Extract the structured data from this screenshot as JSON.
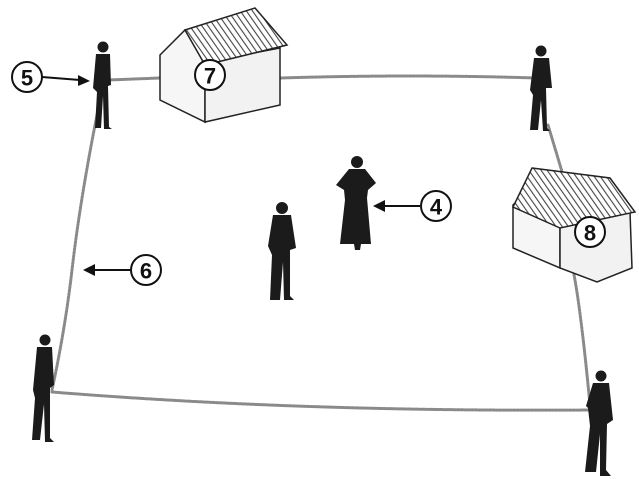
{
  "colors": {
    "background": "#ffffff",
    "silhouette": "#1b1b1b",
    "rope": "#888888",
    "house_wall": "#f4f4f4",
    "house_roof": "#555555",
    "outline": "#222222"
  },
  "labels": {
    "l4": "4",
    "l5": "5",
    "l6": "6",
    "l7": "7",
    "l8": "8"
  },
  "figures": {
    "guard_top_left": "standing-person-silhouette",
    "guard_top_right": "standing-person-silhouette",
    "guard_bottom_left": "standing-person-silhouette",
    "guard_bottom_right": "standing-person-silhouette",
    "center_man": "standing-person-silhouette",
    "woman_in_dress": "woman-in-dress-silhouette"
  }
}
